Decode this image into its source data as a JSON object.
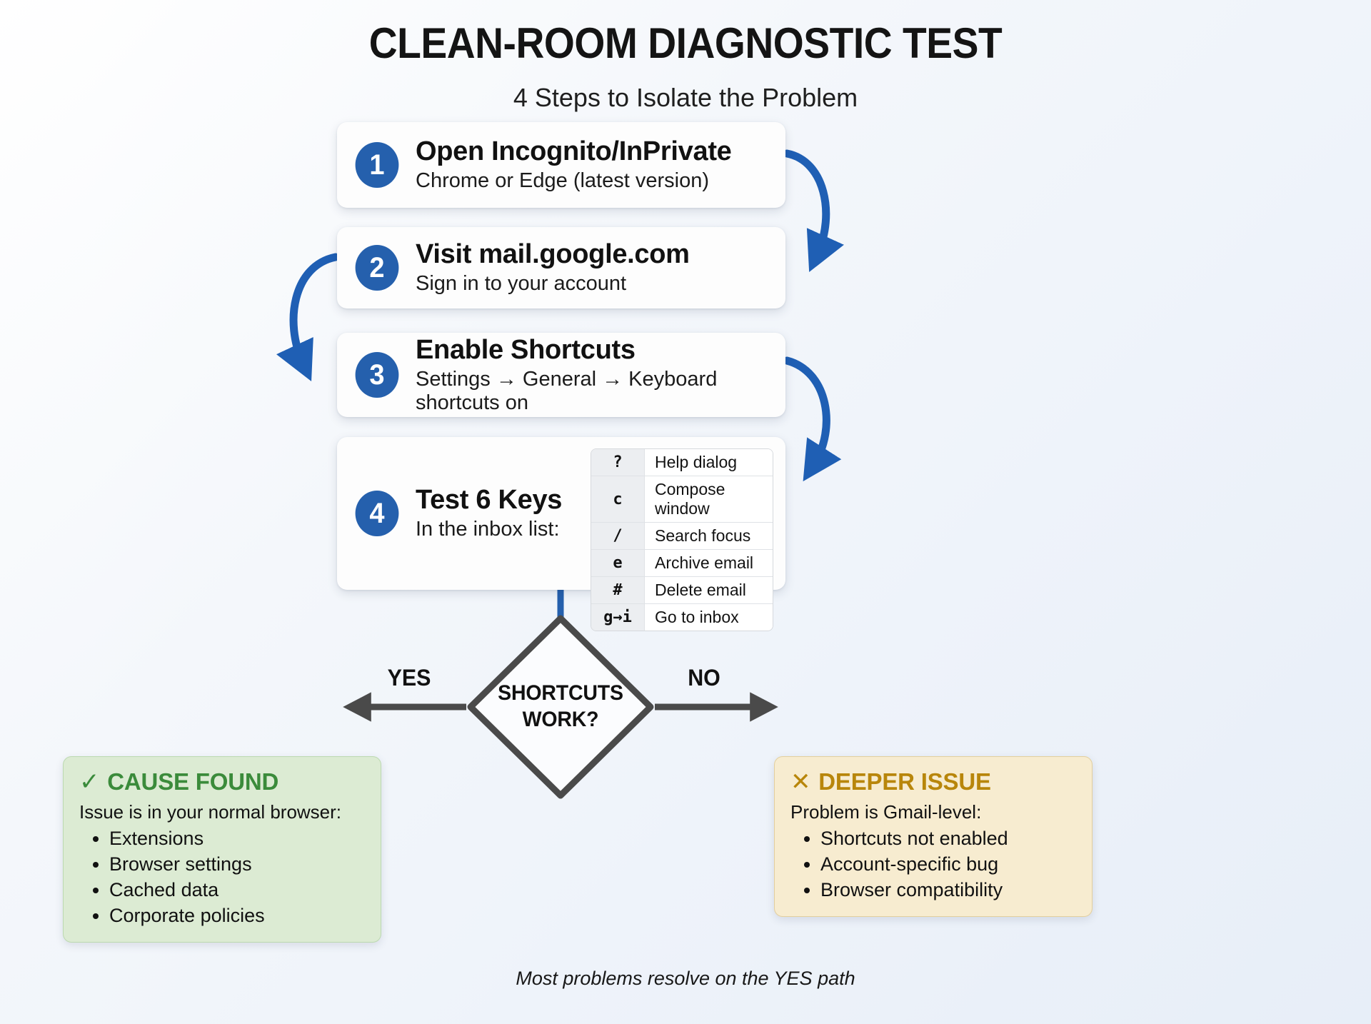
{
  "header": {
    "title": "CLEAN-ROOM DIAGNOSTIC TEST",
    "subtitle": "4 Steps to Isolate the Problem"
  },
  "steps": [
    {
      "number": "1",
      "title": "Open Incognito/InPrivate",
      "sub": "Chrome or Edge (latest version)"
    },
    {
      "number": "2",
      "title": "Visit mail.google.com",
      "sub": "Sign in to your account"
    },
    {
      "number": "3",
      "title": "Enable Shortcuts",
      "sub": "Settings → General → Keyboard shortcuts on"
    },
    {
      "number": "4",
      "title": "Test 6 Keys",
      "sub": "In the inbox list:"
    }
  ],
  "key_table": {
    "rows": [
      {
        "key": "?",
        "action": "Help dialog"
      },
      {
        "key": "c",
        "action": "Compose window"
      },
      {
        "key": "/",
        "action": "Search focus"
      },
      {
        "key": "e",
        "action": "Archive email"
      },
      {
        "key": "#",
        "action": "Delete email"
      },
      {
        "key": "g→i",
        "action": "Go to inbox"
      }
    ]
  },
  "decision": {
    "line1": "SHORTCUTS",
    "line2": "WORK?",
    "yes_label": "YES",
    "no_label": "NO"
  },
  "outcomes": {
    "yes": {
      "mark": "✓",
      "heading": "CAUSE FOUND",
      "lead": "Issue is in your normal browser:",
      "items": [
        "Extensions",
        "Browser settings",
        "Cached data",
        "Corporate policies"
      ],
      "color": "#3b8b3b",
      "background": "#dcebd3"
    },
    "no": {
      "mark": "✕",
      "heading": "DEEPER ISSUE",
      "lead": "Problem is Gmail-level:",
      "items": [
        "Shortcuts not enabled",
        "Account-specific bug",
        "Browser compatibility"
      ],
      "color": "#b8860b",
      "background": "#f7ecd0"
    }
  },
  "footnote": "Most problems resolve on the YES path",
  "colors": {
    "badge_blue": "#2560ad",
    "arrow_blue": "#1f5fb4",
    "diamond_stroke": "#4a4a4a"
  }
}
